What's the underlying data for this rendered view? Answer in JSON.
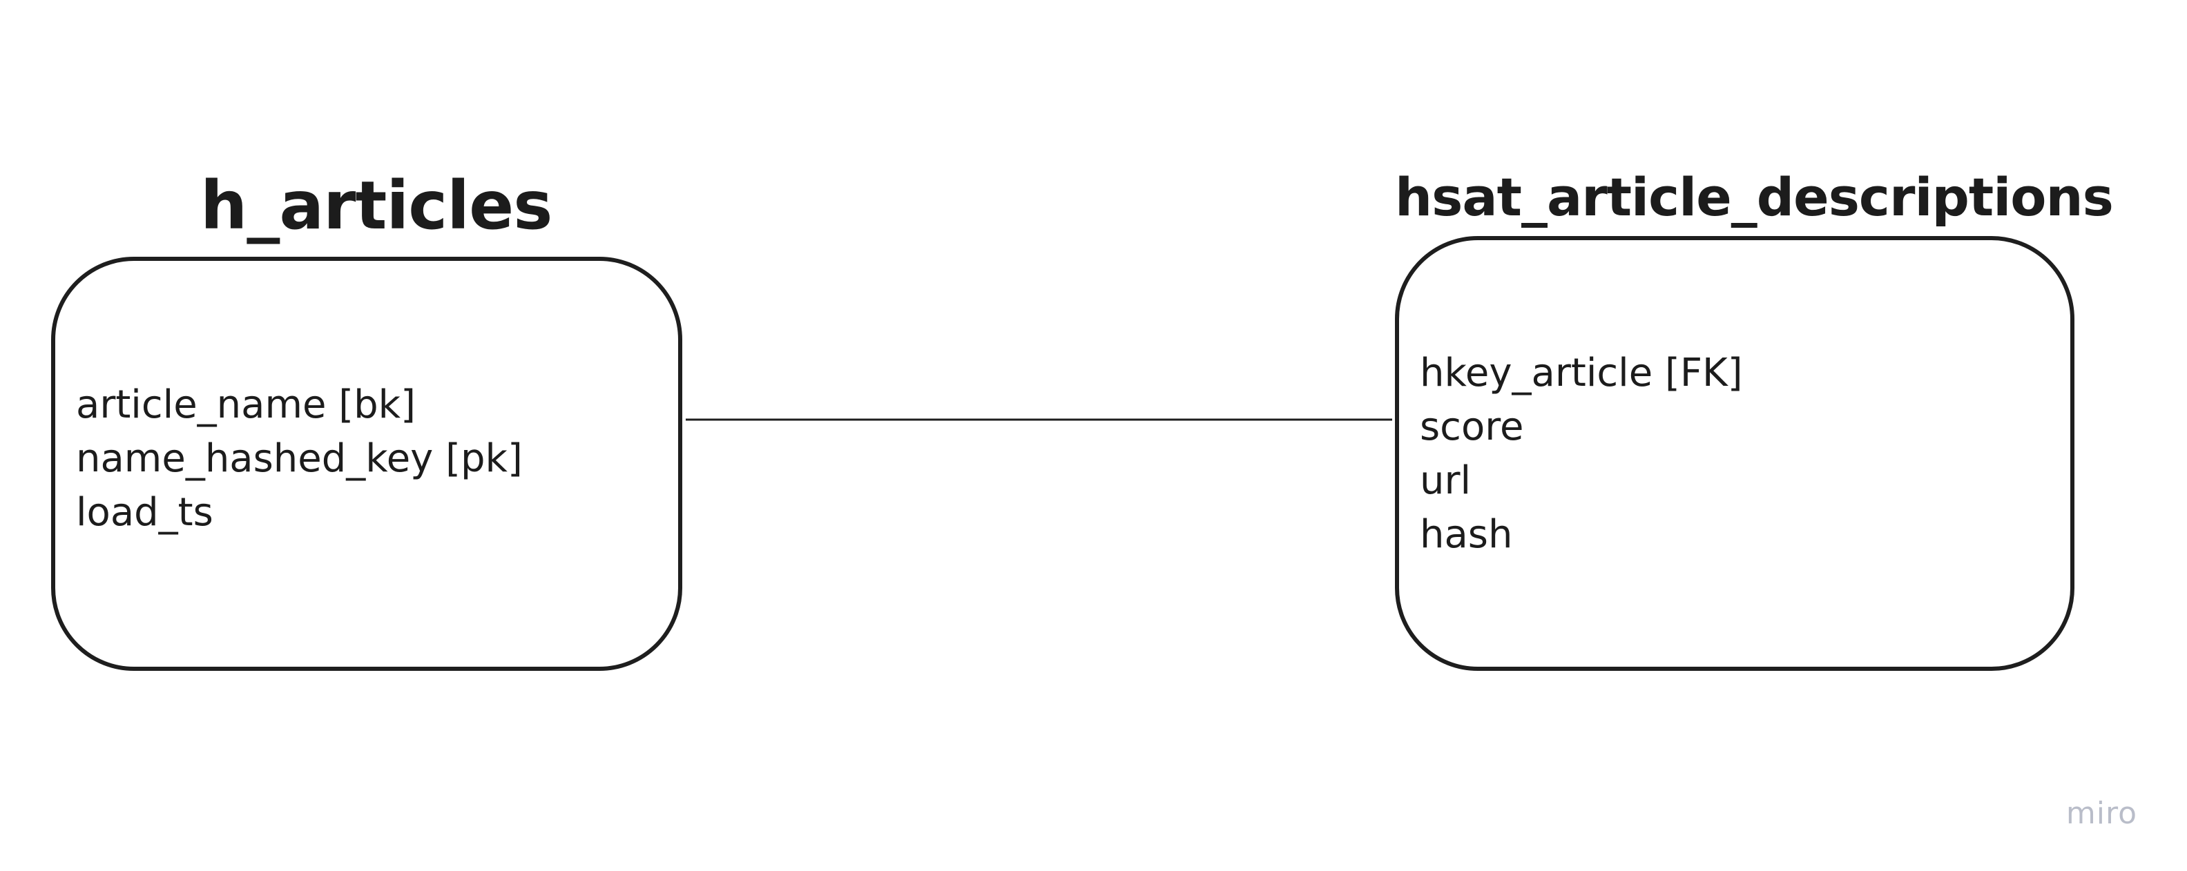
{
  "entities": {
    "left": {
      "title": "h_articles",
      "fields": [
        "article_name [bk]",
        "name_hashed_key [pk]",
        "load_ts"
      ]
    },
    "right": {
      "title": "hsat_article_descriptions",
      "fields": [
        "hkey_article [FK]",
        "score",
        "url",
        "hash"
      ]
    }
  },
  "watermark": "miro",
  "colors": {
    "stroke": "#1e1e1e",
    "text": "#1c1c1c",
    "watermark": "#b9bdc9",
    "background": "#ffffff"
  }
}
